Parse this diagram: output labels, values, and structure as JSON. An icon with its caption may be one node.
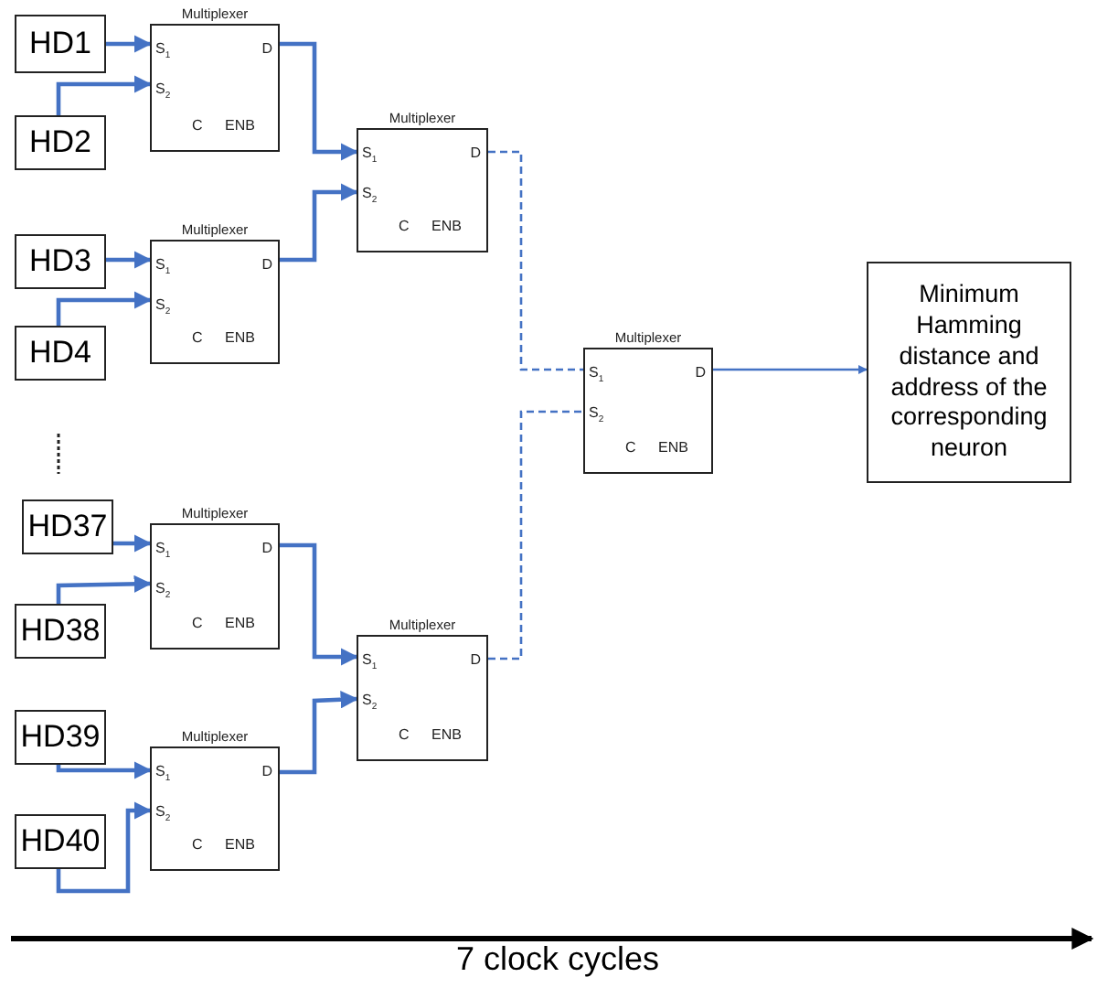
{
  "diagram": {
    "nodes": [
      {
        "text": [
          "HD1"
        ]
      },
      {
        "text": [
          "HD2"
        ]
      },
      {
        "text": [
          "Multiplexer",
          "S$_{1}$",
          "S$_{2}$",
          "D",
          "C",
          "ENB"
        ]
      },
      {
        "text": [
          "HD3"
        ]
      },
      {
        "text": [
          "HD4"
        ]
      },
      {
        "text": [
          "Multiplexer",
          "S$_{1}$",
          "S$_{2}$",
          "D",
          "C",
          "ENB"
        ]
      },
      {
        "text": [
          "Multiplexer",
          "S$_{1}$",
          "S$_{2}$",
          "D",
          "C",
          "ENB"
        ]
      },
      {
        "text": [
          "HD37"
        ]
      },
      {
        "text": [
          "HD38"
        ]
      },
      {
        "text": [
          "Multiplexer",
          "S$_{1}$",
          "S$_{2}$",
          "D",
          "C",
          "ENB"
        ]
      },
      {
        "text": [
          "HD39"
        ]
      },
      {
        "text": [
          "HD40"
        ]
      },
      {
        "text": [
          "Multiplexer",
          "S$_{1}$",
          "S$_{2}$",
          "D",
          "C",
          "ENB"
        ]
      },
      {
        "text": [
          "Multiplexer",
          "S$_{1}$",
          "S$_{2}$",
          "D",
          "C",
          "ENB"
        ]
      },
      {
        "text": [
          "Multiplexer",
          "S$_{1}$",
          "S$_{2}$",
          "D",
          "C",
          "ENB"
        ]
      },
      {
        "text": [
          "Minimum Hamming distance and address of the corresponding neuron"
        ]
      }
    ],
    "edges": [
      {
        "from": 0,
        "to": 2,
        "arrow": "to"
      },
      {
        "from": 1,
        "to": 2,
        "arrow": "to"
      },
      {
        "from": 3,
        "to": 5,
        "arrow": "to"
      },
      {
        "from": 4,
        "to": 5,
        "arrow": "to"
      },
      {
        "from": 2,
        "to": 6,
        "arrow": "to"
      },
      {
        "from": 5,
        "to": 6,
        "arrow": "to"
      },
      {
        "from": 7,
        "to": 9,
        "arrow": "to"
      },
      {
        "from": 8,
        "to": 9,
        "arrow": "to"
      },
      {
        "from": 10,
        "to": 12,
        "arrow": "to"
      },
      {
        "from": 11,
        "to": 12,
        "arrow": "to"
      },
      {
        "from": 9,
        "to": 13,
        "arrow": "to"
      },
      {
        "from": 12,
        "to": 13,
        "arrow": "to"
      },
      {
        "from": 6,
        "to": 14,
        "arrow": "none",
        "style": "dashed"
      },
      {
        "from": 13,
        "to": 14,
        "arrow": "none",
        "style": "dashed"
      },
      {
        "from": 14,
        "to": 15,
        "arrow": "to"
      }
    ],
    "labels": [
      "7 clock cycles"
    ]
  }
}
